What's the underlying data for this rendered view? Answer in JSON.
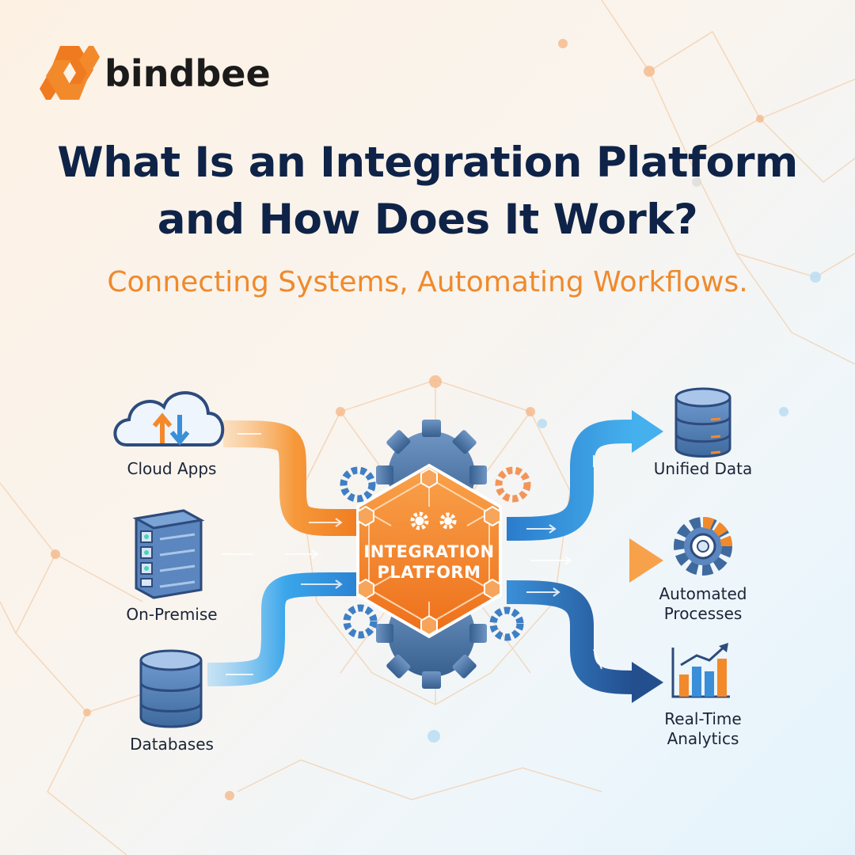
{
  "brand": {
    "name": "bindbee",
    "logo_icon": "bindbee-hexagon-logo",
    "accent": "#f28a2c"
  },
  "title": {
    "line1": "What Is an Integration Platform",
    "line2": "and How Does It Work?"
  },
  "subtitle": "Connecting Systems, Automating Workflows.",
  "hub": {
    "line1": "INTEGRATION",
    "line2": "PLATFORM"
  },
  "sources": [
    {
      "label": "Cloud Apps",
      "icon": "cloud-icon"
    },
    {
      "label": "On-Premise",
      "icon": "server-icon"
    },
    {
      "label": "Databases",
      "icon": "database-icon"
    }
  ],
  "outputs": [
    {
      "label": "Unified Data",
      "icon": "database-icon"
    },
    {
      "label_line1": "Automated",
      "label_line2": "Processes",
      "icon": "gear-icon"
    },
    {
      "label_line1": "Real-Time",
      "label_line2": "Analytics",
      "icon": "bar-chart-icon"
    }
  ],
  "colors": {
    "navy": "#0e2347",
    "orange": "#f28a2c",
    "blue": "#2f8fd8",
    "steel": "#3e6a9e"
  }
}
